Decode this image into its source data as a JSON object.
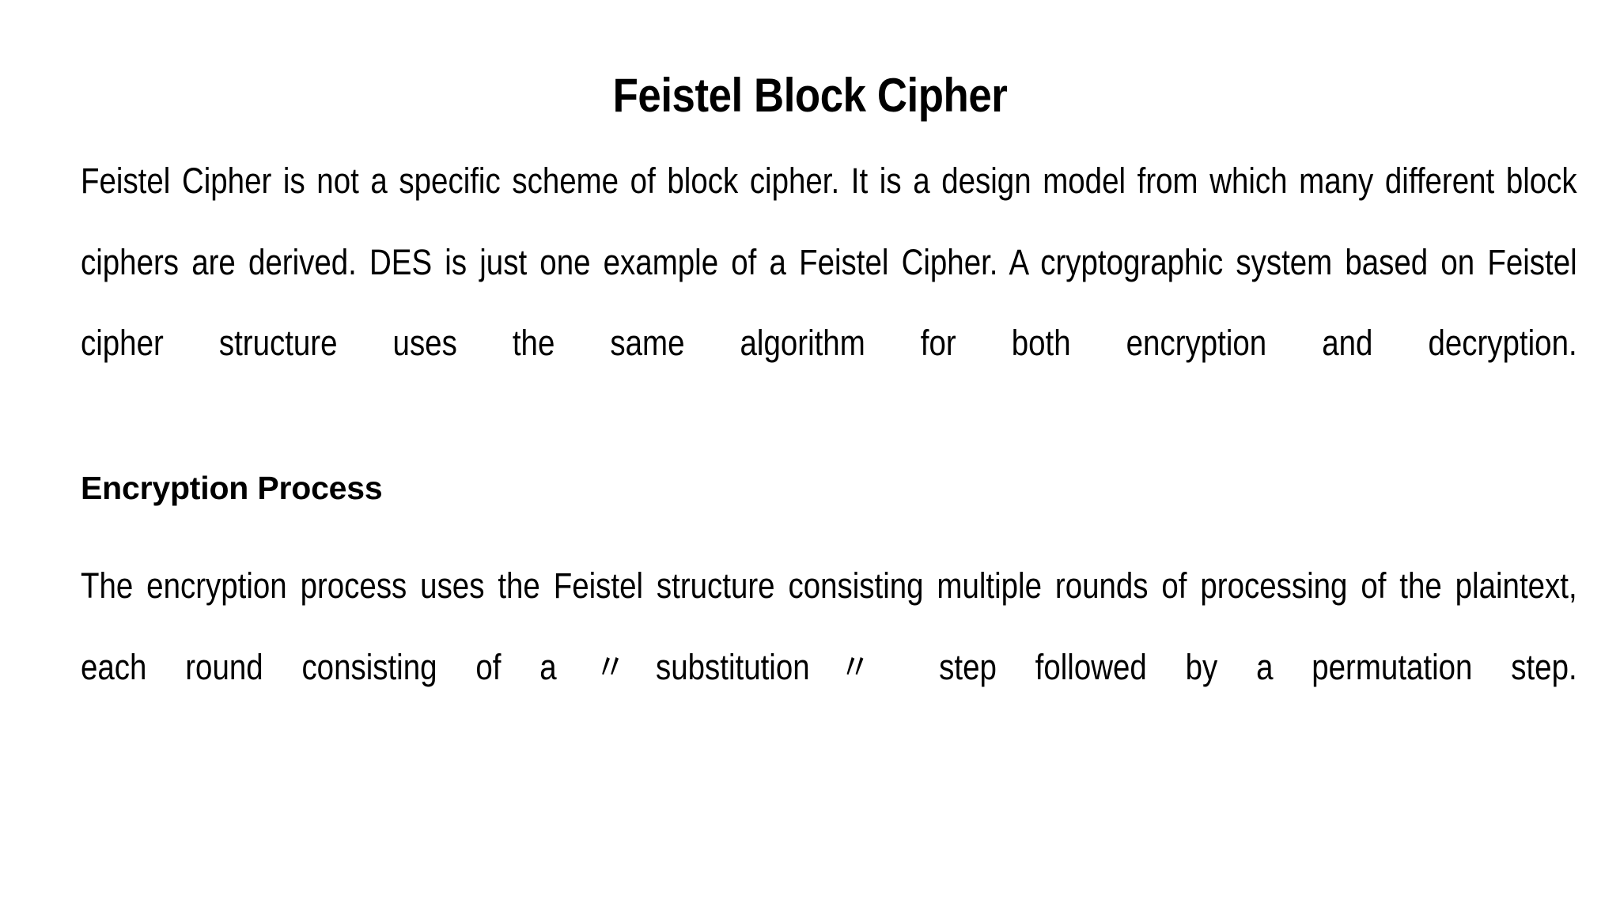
{
  "document": {
    "title": "Feistel Block Cipher",
    "background_color": "#ffffff",
    "text_color": "#000000",
    "blocks": [
      {
        "type": "paragraph",
        "text": "Feistel Cipher is not a specific scheme of block cipher. It is a design model from which many different block ciphers are derived. DES is just one example of a Feistel Cipher. A cryptographic system based on Feistel cipher structure uses the same algorithm for both encryption and decryption."
      },
      {
        "type": "heading",
        "text": "Encryption Process"
      },
      {
        "type": "paragraph",
        "text": "The encryption process uses the Feistel structure consisting multiple rounds of processing of the plaintext, each round consisting of a 〃substitution〃 step followed by a permutation step."
      }
    ]
  }
}
